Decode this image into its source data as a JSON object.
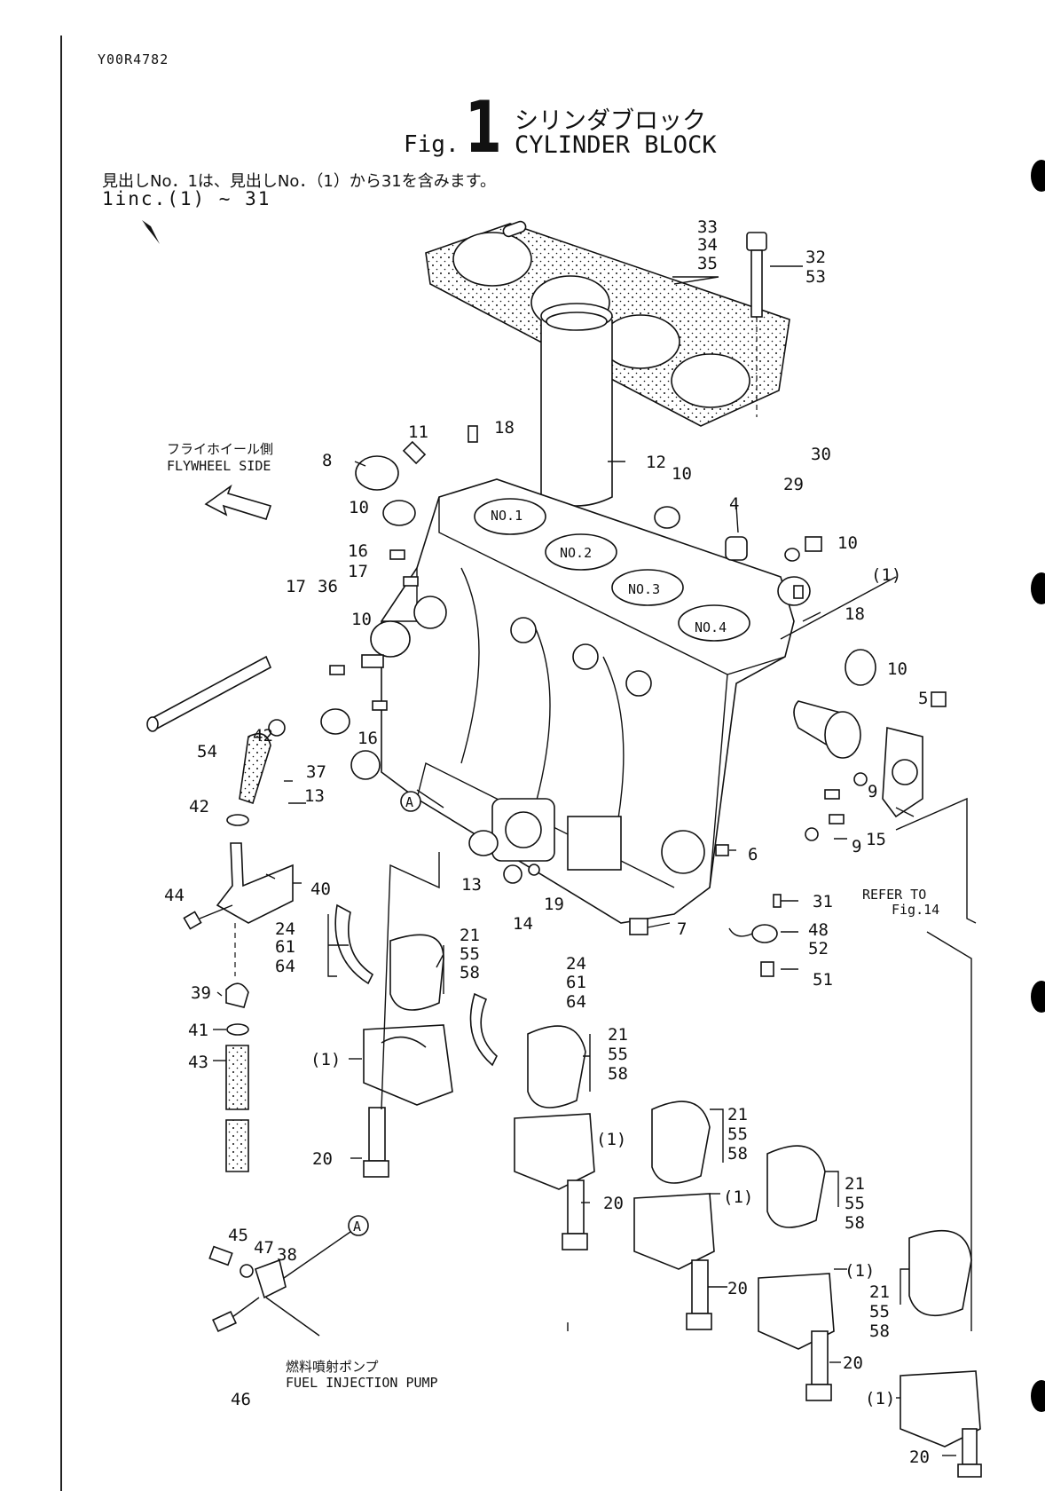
{
  "header": {
    "code": "Y00R4782",
    "fig_prefix": "Fig.",
    "fig_number": "1",
    "title_ja": "シリンダブロック",
    "title_en": "CYLINDER BLOCK",
    "note_ja": "見出しNo．1は、見出しNo．（1）から31を含みます。",
    "note_en": "1inc.(1) ~ 31"
  },
  "flywheel": {
    "label_ja": "フライホイール側",
    "label_en": "FLYWHEEL SIDE"
  },
  "cylinders": [
    "NO.1",
    "NO.2",
    "NO.3",
    "NO.4"
  ],
  "refer": {
    "line1": "REFER TO",
    "line2": "Fig.14"
  },
  "pump": {
    "label_ja": "燃料噴射ポンプ",
    "label_en": "FUEL INJECTION PUMP",
    "marker": "A"
  },
  "callouts": {
    "c33": "33",
    "c34": "34",
    "c35": "35",
    "c32": "32",
    "c53": "53",
    "c8": "8",
    "c11": "11",
    "c18a": "18",
    "c12": "12",
    "c10a": "10",
    "c10b": "10",
    "c4": "4",
    "c29": "29",
    "c30": "30",
    "c10c": "10",
    "c16a": "16",
    "c17a": "17",
    "c17b": "17",
    "c36": "36",
    "c10d": "10",
    "c1a": "(1)",
    "c18b": "18",
    "c10e": "10",
    "c5": "5",
    "c54": "54",
    "c42a": "42",
    "c16b": "16",
    "c37": "37",
    "c13a": "13",
    "cA1": "A",
    "c9a": "9",
    "c15": "15",
    "c9b": "9",
    "c6": "6",
    "c42b": "42",
    "c40": "40",
    "c44": "44",
    "c13b": "13",
    "c19": "19",
    "c14": "14",
    "c7": "7",
    "c31": "31",
    "c48": "48",
    "c52": "52",
    "c51": "51",
    "c24a": "24",
    "c61a": "61",
    "c64a": "64",
    "c21a": "21",
    "c55a": "55",
    "c58a": "58",
    "c24b": "24",
    "c61b": "61",
    "c64b": "64",
    "c39": "39",
    "c41": "41",
    "c43": "43",
    "c1b": "(1)",
    "c21b": "21",
    "c55b": "55",
    "c58b": "58",
    "c20a": "20",
    "c1c": "(1)",
    "c21c": "21",
    "c55c": "55",
    "c58c": "58",
    "c20b": "20",
    "c1d": "(1)",
    "c21d": "21",
    "c55d": "55",
    "c58d": "58",
    "c20c": "20",
    "c1e": "(1)",
    "c21e": "21",
    "c55e": "55",
    "c58e": "58",
    "c20d": "20",
    "c1f": "(1)",
    "c20e": "20",
    "c45": "45",
    "c47": "47",
    "c38": "38",
    "c46": "46"
  }
}
